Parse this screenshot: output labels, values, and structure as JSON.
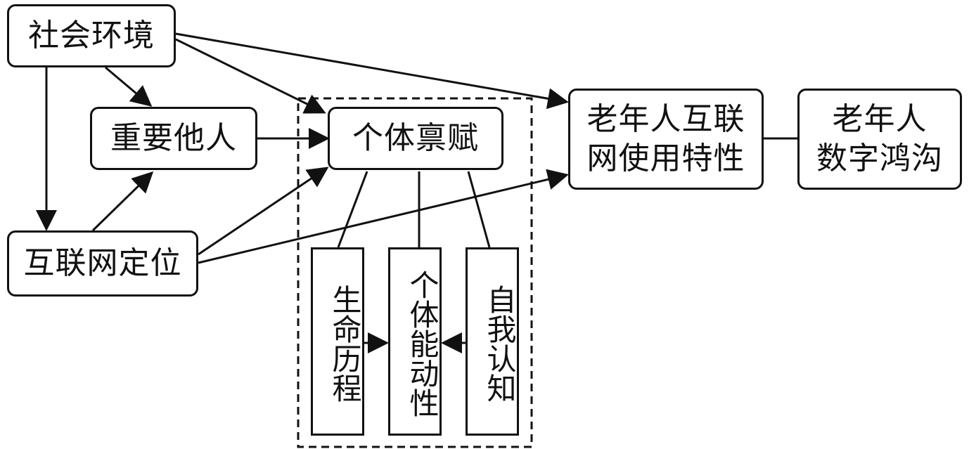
{
  "diagram": {
    "nodes": {
      "social_environment": "社会环境",
      "significant_others": "重要他人",
      "internet_positioning": "互联网定位",
      "individual_endowment": "个体禀赋",
      "life_course": "生命历程",
      "individual_agency": "个体能动性",
      "self_cognition": "自我认知",
      "elderly_internet_use": "老年人互联\n网使用特性",
      "elderly_digital_divide": "老年人\n数字鸿沟"
    }
  },
  "colors": {
    "line": "#111111",
    "background": "#ffffff"
  }
}
